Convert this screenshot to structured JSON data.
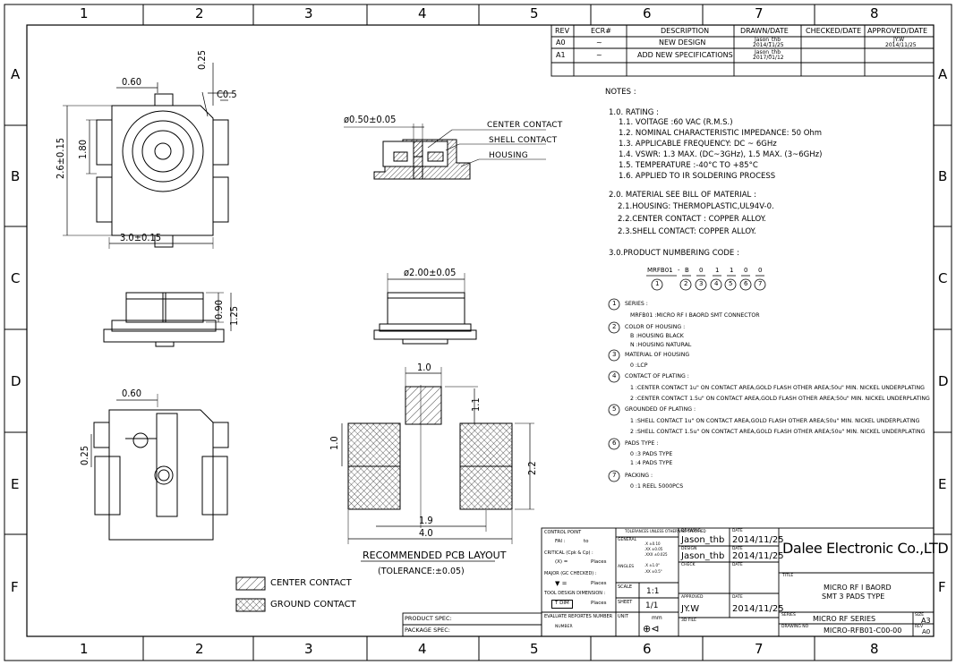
{
  "frame": {
    "columns": [
      "1",
      "2",
      "3",
      "4",
      "5",
      "6",
      "7",
      "8"
    ],
    "rows": [
      "A",
      "B",
      "C",
      "D",
      "E",
      "F"
    ]
  },
  "revision_table": {
    "headers": [
      "REV",
      "ECR#",
      "DESCRIPTION",
      "DRAWN/DATE",
      "CHECKED/DATE",
      "APPROVED/DATE"
    ],
    "rows": [
      {
        "rev": "A0",
        "ecr": "~",
        "desc": "NEW DESIGN",
        "drawn_name": "Jason_thb",
        "drawn_date": "2014/11/25",
        "checked": "",
        "approved_name": "JY.W",
        "approved_date": "2014/11/25"
      },
      {
        "rev": "A1",
        "ecr": "~",
        "desc": "ADD NEW SPECIFICATIONS",
        "drawn_name": "Jason_thb",
        "drawn_date": "2017/01/12",
        "checked": "",
        "approved_name": "",
        "approved_date": ""
      }
    ]
  },
  "dimensions": {
    "top_060": "0.60",
    "top_025": "0.25",
    "top_c05": "C0.5",
    "top_26": "2.6±0.15",
    "top_180": "1.80",
    "top_30": "3.0±0.15",
    "side_090": "0.90",
    "side_125": "1.25",
    "section_dia": "ø0.50±0.05",
    "front_dia": "ø2.00±0.05",
    "bot_060": "0.60",
    "bot_025": "0.25",
    "pcb_10_top": "1.0",
    "pcb_11": "1.1",
    "pcb_10_left": "1.0",
    "pcb_22": "2.2",
    "pcb_19": "1.9",
    "pcb_40": "4.0"
  },
  "callouts": {
    "center_contact": "CENTER CONTACT",
    "shell_contact": "SHELL CONTACT",
    "housing": "HOUSING"
  },
  "pcb": {
    "title": "RECOMMENDED PCB LAYOUT",
    "tolerance": "(TOLERANCE:±0.05)"
  },
  "legend": {
    "center": "CENTER CONTACT",
    "ground": "GROUND CONTACT"
  },
  "notes": {
    "heading": "NOTES :",
    "rating_title": "1.0. RATING :",
    "rating": [
      "1.1. VOlTAGE :60 VAC (R.M.S.)",
      "1.2. NOMINAL CHARACTERISTIC IMPEDANCE: 50 Ohm",
      "1.3. APPLICABLE FREQUENCY: DC ~ 6GHz",
      "1.4. VSWR: 1.3 MAX. (DC~3GHz), 1.5 MAX. (3~6GHz)",
      "1.5. TEMPERATURE :-40°C TO +85°C",
      "1.6. APPLIED TO IR SOLDERING PROCESS"
    ],
    "material_title": "2.0. MATERIAL SEE BILL OF MATERIAL :",
    "material": [
      "2.1.HOUSING: THERMOPLASTIC,UL94V-0.",
      "2.2.CENTER CONTACT : COPPER ALLOY.",
      "2.3.SHELL CONTACT: COPPER ALLOY."
    ],
    "code_title": "3.0.PRODUCT NUMBERING CODE :",
    "code_parts": [
      "MRFB01",
      "-",
      "B",
      "0",
      "1",
      "1",
      "0",
      "0"
    ],
    "code_circles": [
      "1",
      "2",
      "3",
      "4",
      "5",
      "6",
      "7"
    ],
    "sections": [
      {
        "num": "1",
        "title": "SERIES :",
        "items": [
          "MRFB01 :MICRO RF I BAORD SMT CONNECTOR"
        ]
      },
      {
        "num": "2",
        "title": "COLOR OF HOUSING :",
        "items": [
          "B :HOUSING BLACK",
          "N :HOUSING NATURAL"
        ]
      },
      {
        "num": "3",
        "title": "MATERIAL OF HOUSING",
        "items": [
          "0 :LCP"
        ]
      },
      {
        "num": "4",
        "title": "CONTACT OF PLATING :",
        "items": [
          "1 :CENTER CONTACT 1u\" ON CONTACT AREA,GOLD FLASH OTHER AREA;50u\" MIN. NICKEL UNDERPLATING",
          "2 :CENTER CONTACT 1.5u\" ON CONTACT AREA,GOLD FLASH OTHER AREA;50u\" MIN. NICKEL UNDERPLATING"
        ]
      },
      {
        "num": "5",
        "title": "GROUNDED OF PLATING :",
        "items": [
          "1 :SHELL CONTACT 1u\" ON CONTACT AREA,GOLD FLASH OTHER AREA;50u\" MIN. NICKEL UNDERPLATING",
          "2 :SHELL CONTACT 1.5u\" ON CONTACT AREA,GOLD FLASH OTHER AREA;50u\" MIN. NICKEL UNDERPLATING"
        ]
      },
      {
        "num": "6",
        "title": "PADS TYPE :",
        "items": [
          "0 :3 PADS TYPE",
          "1 :4 PADS TYPE"
        ]
      },
      {
        "num": "7",
        "title": "PACKING :",
        "items": [
          "0 :1 REEL 5000PCS"
        ]
      }
    ]
  },
  "title_block": {
    "control_point": "CONTROL POINT",
    "fai": "FAI :",
    "fai_to": "to",
    "critical": "CRITICAL (Cpk & Cp) :",
    "critical_x": "(X) =",
    "critical_places": "Places",
    "major": "MAJOR (GC CHECKED) :",
    "major_places": "Places",
    "tool": "TOOL DESIGN DIMENSION :",
    "tool_box": "T DIM",
    "tool_places": "Places",
    "evaluate": "EVALUATE REPORTES NUMBER",
    "evaluate_sub": "NUMBER",
    "tolerance_head": "TOLERANCES UNLESS OTHERWISE SPECIFIED",
    "general": "GENERAL",
    "tol_general": [
      ".X ±0.10",
      ".XX ±0.05",
      ".XXX ±0.025"
    ],
    "angles": "ANGLES",
    "tol_angles": [
      ".X ±1.0°",
      ".XX ±0.5°"
    ],
    "scale_label": "SCALE",
    "scale": "1:1",
    "sheet_label": "SHEET",
    "sheet": "1/1",
    "unit_label": "UNIT",
    "unit": "mm",
    "drawing_label": "DRAWING",
    "drawing_name": "Jason_thb",
    "date_label": "DATE",
    "drawing_date": "2014/11/25",
    "design_label": "DESIGN",
    "design_name": "Jason_thb",
    "design_date": "2014/11/25",
    "check_label": "CHECK",
    "approved_label": "APPROVED",
    "approved_name": "JY.W",
    "approved_date": "2014/11/25",
    "file_label": "3D FILE",
    "company": "Dalee Electronic Co.,LTD",
    "title_label": "TITLE",
    "title_line1": "MICRO RF I BAORD",
    "title_line2": "SMT 3 PADS TYPE",
    "series_label": "SERIES",
    "series": "MICRO RF SERIES",
    "size_label": "SIZE",
    "size": "A3",
    "drawing_no_label": "DRAWING NO",
    "drawing_no": "MICRO-RFB01-C00-00",
    "rev_label": "REV",
    "rev": "A0",
    "product_spec": "PRODUCT SPEC:",
    "package_spec": "PACKAGE SPEC:"
  }
}
